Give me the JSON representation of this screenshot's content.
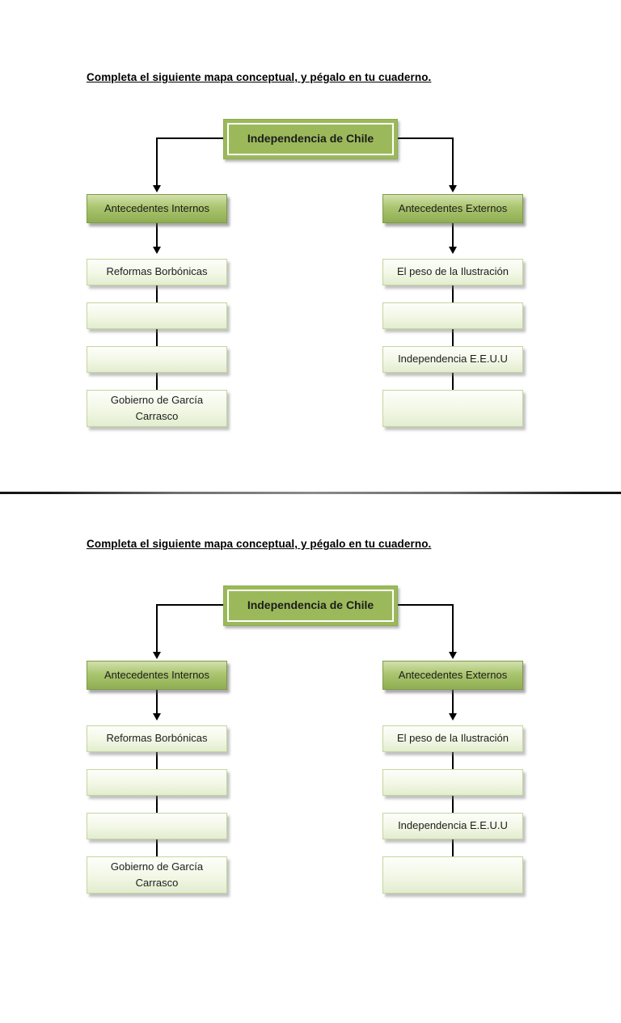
{
  "document": {
    "background": "#ffffff",
    "divider_color": "#1a1a1a"
  },
  "colors": {
    "olive_fill": "#9bb95a",
    "header_gradient_top": "#d2e0ad",
    "header_gradient_bottom": "#8fae52",
    "header_border": "#7f9c47",
    "row_gradient_top": "#fdfefb",
    "row_gradient_bottom": "#e2edcf",
    "row_border": "#c3d69c",
    "connector_line": "#000000",
    "text": "#1c1c1c"
  },
  "pages": [
    {
      "instruction": "Completa el siguiente mapa conceptual, y pégalo en tu cuaderno.",
      "root_label": "Independencia de Chile",
      "left": {
        "header": "Antecedentes Internos",
        "row1": "Reformas Borbónicas",
        "row2": "",
        "row3": "",
        "row4": "Gobierno de García Carrasco"
      },
      "right": {
        "header": "Antecedentes Externos",
        "row1": "El peso de la Ilustración",
        "row2": "",
        "row3": "Independencia E.E.U.U",
        "row4": ""
      }
    },
    {
      "instruction": "Completa el siguiente mapa conceptual, y pégalo en tu cuaderno.",
      "root_label": "Independencia de Chile",
      "left": {
        "header": "Antecedentes Internos",
        "row1": "Reformas Borbónicas",
        "row2": "",
        "row3": "",
        "row4": "Gobierno de García Carrasco"
      },
      "right": {
        "header": "Antecedentes Externos",
        "row1": "El peso de la Ilustración",
        "row2": "",
        "row3": "Independencia E.E.U.U",
        "row4": ""
      }
    }
  ]
}
